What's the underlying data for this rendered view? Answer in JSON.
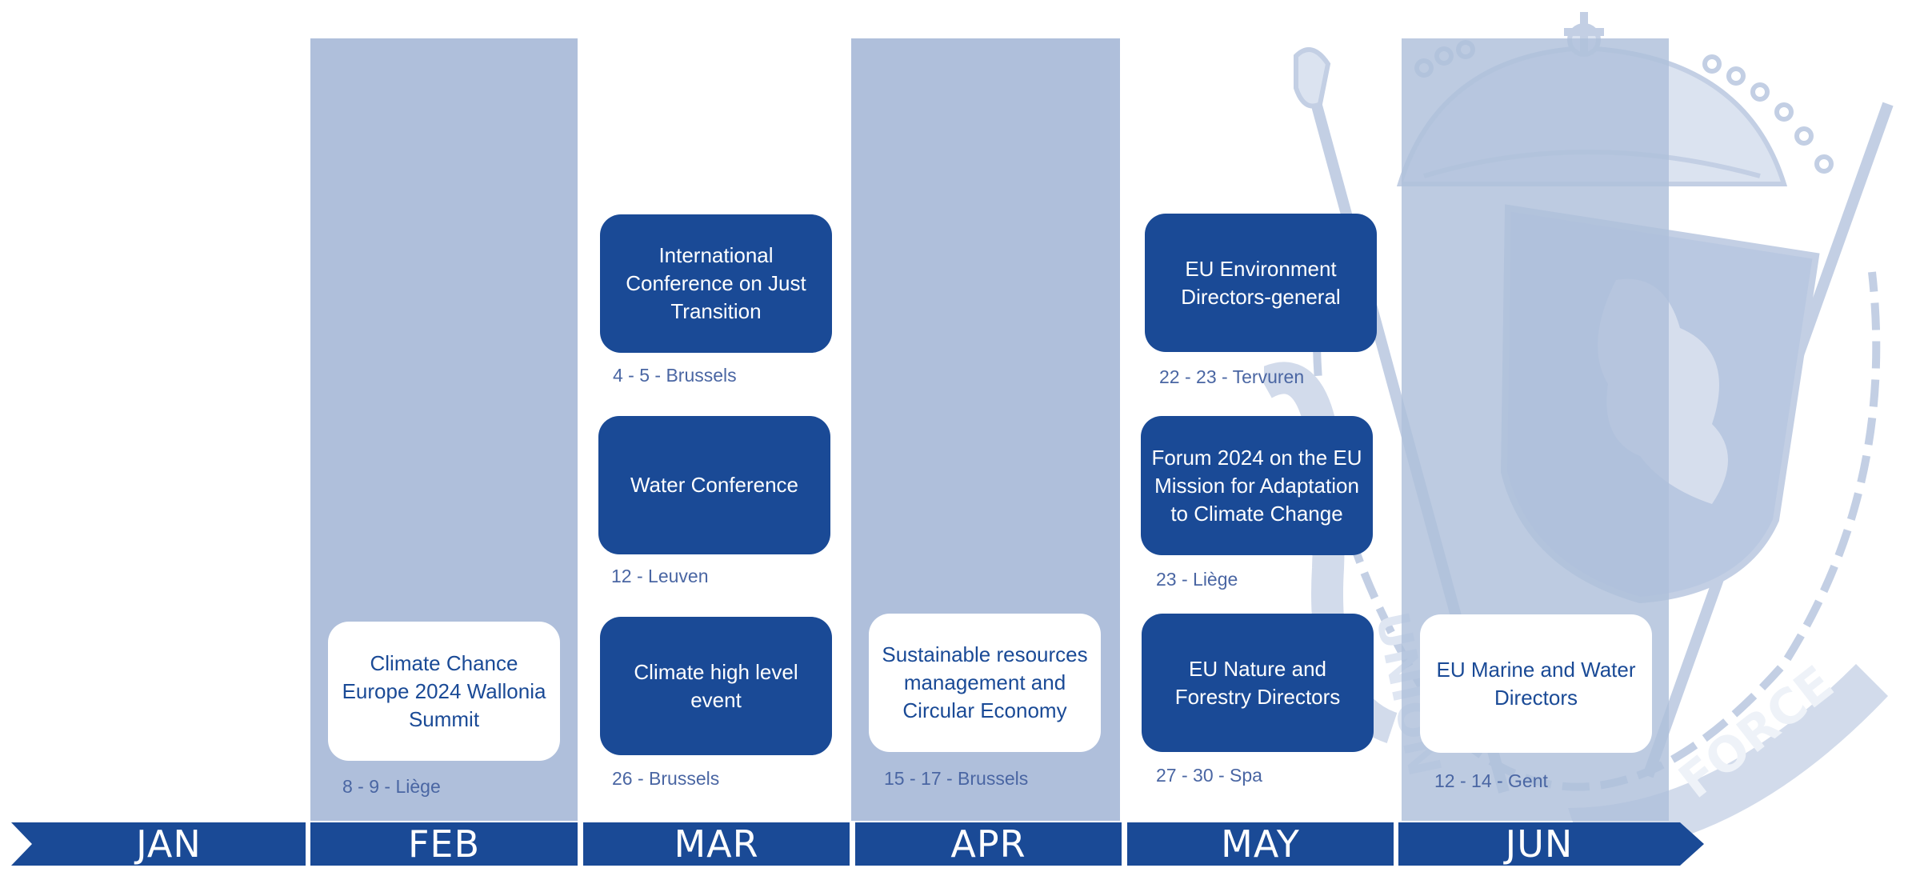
{
  "colors": {
    "primary": "#1a4a96",
    "band": "#afbfdb",
    "date_text": "#4a66a3",
    "emblem": "#c3cfe4"
  },
  "emblem": {
    "icon": "belgian-coat-of-arms-watermark",
    "motto_left": "UNION",
    "motto_right": "FORCE"
  },
  "months": [
    "JAN",
    "FEB",
    "MAR",
    "APR",
    "MAY",
    "JUN"
  ],
  "events": [
    {
      "title": "Climate Chance Europe 2024 Wallonia Summit",
      "date": "8 - 9 - Liège",
      "month": "FEB",
      "style": "light"
    },
    {
      "title": "International Conference on Just Transition",
      "date": "4 - 5 - Brussels",
      "month": "MAR",
      "style": "dark"
    },
    {
      "title": "Water Conference",
      "date": "12 - Leuven",
      "month": "MAR",
      "style": "dark"
    },
    {
      "title": "Climate high level event",
      "date": "26 - Brussels",
      "month": "MAR",
      "style": "dark"
    },
    {
      "title": "Sustainable resources management and Circular Economy",
      "date": "15 - 17 - Brussels",
      "month": "APR",
      "style": "light"
    },
    {
      "title": "EU Environment Directors-general",
      "date": "22 - 23 - Tervuren",
      "month": "MAY",
      "style": "dark"
    },
    {
      "title": "Forum 2024 on the EU Mission for Adaptation to Climate Change",
      "date": "23 - Liège",
      "month": "MAY",
      "style": "dark"
    },
    {
      "title": "EU Nature and Forestry Directors",
      "date": "27 - 30 - Spa",
      "month": "MAY",
      "style": "dark"
    },
    {
      "title": "EU Marine and Water Directors",
      "date": "12 - 14 - Gent",
      "month": "JUN",
      "style": "light"
    }
  ]
}
